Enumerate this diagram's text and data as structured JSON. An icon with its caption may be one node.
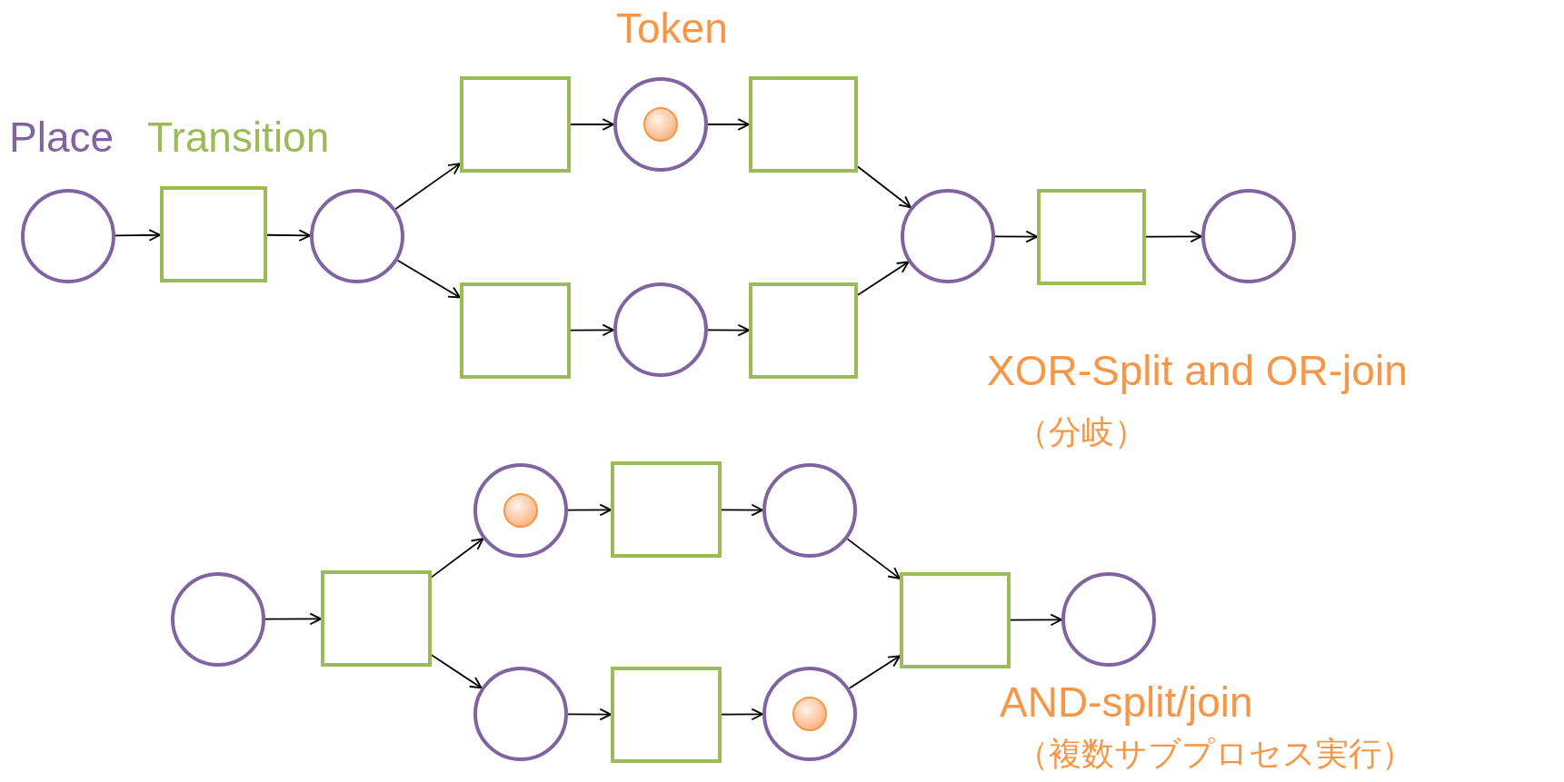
{
  "diagram": {
    "nodes": [
      {
        "text": [],
        "shape": "circle"
      },
      {
        "text": [],
        "shape": "box"
      },
      {
        "text": [],
        "shape": "circle"
      },
      {
        "text": [],
        "shape": "box"
      },
      {
        "text": [],
        "shape": "circle"
      },
      {
        "text": [],
        "shape": "dot",
        "in": 4
      },
      {
        "text": [],
        "shape": "box"
      },
      {
        "text": [],
        "shape": "box"
      },
      {
        "text": [],
        "shape": "circle"
      },
      {
        "text": [],
        "shape": "box"
      },
      {
        "text": [],
        "shape": "circle"
      },
      {
        "text": [],
        "shape": "box"
      },
      {
        "text": [],
        "shape": "circle"
      },
      {
        "text": [],
        "shape": "circle"
      },
      {
        "text": [],
        "shape": "box"
      },
      {
        "text": [],
        "shape": "circle"
      },
      {
        "text": [],
        "shape": "dot",
        "in": 15
      },
      {
        "text": [],
        "shape": "box"
      },
      {
        "text": [],
        "shape": "circle"
      },
      {
        "text": [],
        "shape": "circle"
      },
      {
        "text": [],
        "shape": "box"
      },
      {
        "text": [],
        "shape": "circle"
      },
      {
        "text": [],
        "shape": "dot",
        "in": 21
      },
      {
        "text": [],
        "shape": "box"
      },
      {
        "text": [],
        "shape": "circle"
      }
    ],
    "edges": [
      {
        "from": 0,
        "to": 1,
        "arrow": "to"
      },
      {
        "from": 1,
        "to": 2,
        "arrow": "to"
      },
      {
        "from": 2,
        "to": 3,
        "arrow": "to"
      },
      {
        "from": 2,
        "to": 7,
        "arrow": "to"
      },
      {
        "from": 3,
        "to": 4,
        "arrow": "to"
      },
      {
        "from": 4,
        "to": 6,
        "arrow": "to"
      },
      {
        "from": 6,
        "to": 10,
        "arrow": "to"
      },
      {
        "from": 7,
        "to": 8,
        "arrow": "to"
      },
      {
        "from": 8,
        "to": 9,
        "arrow": "to"
      },
      {
        "from": 9,
        "to": 10,
        "arrow": "to"
      },
      {
        "from": 10,
        "to": 11,
        "arrow": "to"
      },
      {
        "from": 11,
        "to": 12,
        "arrow": "to"
      },
      {
        "from": 13,
        "to": 14,
        "arrow": "to"
      },
      {
        "from": 14,
        "to": 15,
        "arrow": "to"
      },
      {
        "from": 14,
        "to": 19,
        "arrow": "to"
      },
      {
        "from": 15,
        "to": 17,
        "arrow": "to"
      },
      {
        "from": 17,
        "to": 18,
        "arrow": "to"
      },
      {
        "from": 18,
        "to": 23,
        "arrow": "to"
      },
      {
        "from": 19,
        "to": 20,
        "arrow": "to"
      },
      {
        "from": 20,
        "to": 21,
        "arrow": "to"
      },
      {
        "from": 21,
        "to": 23,
        "arrow": "to"
      },
      {
        "from": 23,
        "to": 24,
        "arrow": "to"
      }
    ],
    "labels": [
      "Token",
      "Place",
      "Transition",
      "XOR-Split and OR-join",
      "（分岐）",
      "AND-split/join",
      "（複数サブプロセス実行）"
    ]
  }
}
